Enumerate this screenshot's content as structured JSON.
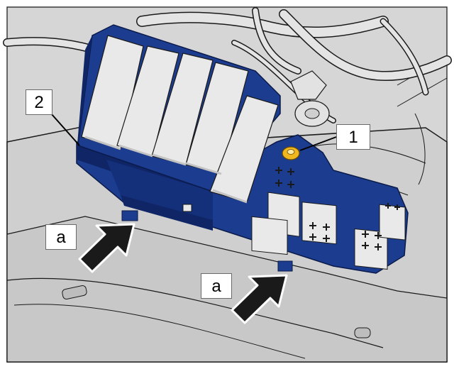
{
  "callouts": {
    "one": "1",
    "two": "2",
    "a_left": "a",
    "a_right": "a"
  },
  "colors": {
    "fuse_box_blue": "#1c3d8f",
    "fuse_box_shadow": "#0f2566",
    "relay_white": "#e9e9e9",
    "nut_yellow": "#f0b81e",
    "body_grey": "#d3d3d3",
    "outline": "#1a1a1a"
  },
  "icons": [
    "fixing-nut-icon",
    "mounting-arrow-icon"
  ]
}
